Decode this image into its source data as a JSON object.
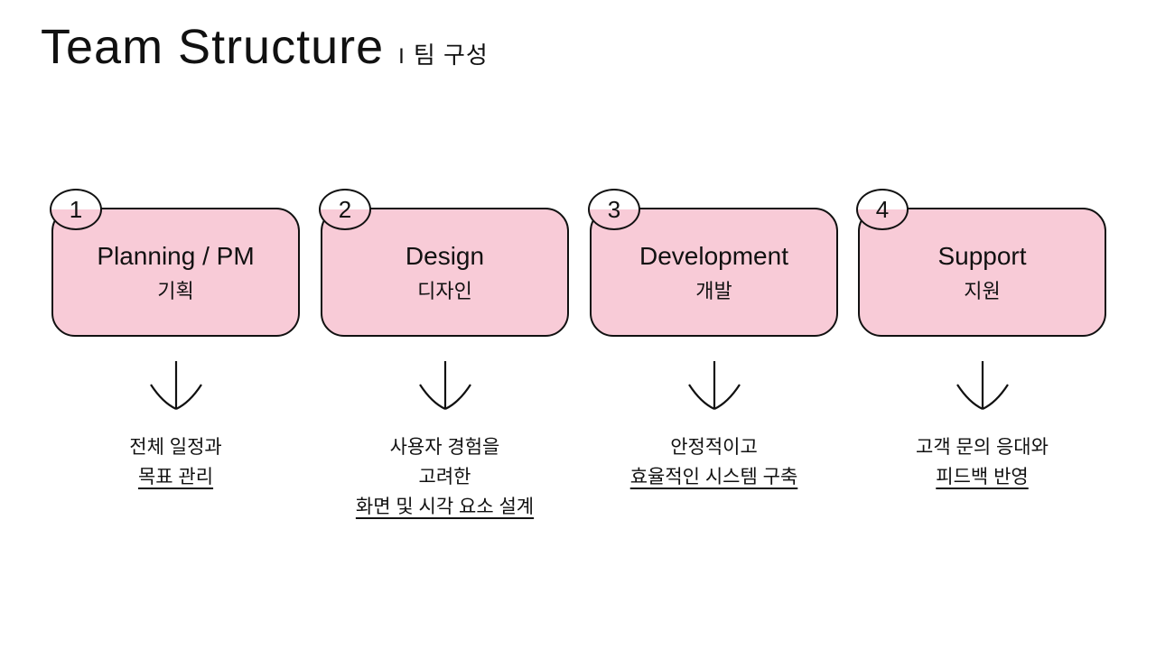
{
  "slide": {
    "title": "Team Structure",
    "subtitle_divider": "I",
    "subtitle": "팀 구성"
  },
  "colors": {
    "background": "#FFFFFF",
    "box_fill": "#F8CBD7",
    "box_border": "#111111",
    "text": "#111111"
  },
  "icons": {
    "flow_arrow": "down-arrow"
  },
  "teams": [
    {
      "number": "1",
      "title": "Planning / PM",
      "subtitle": "기획",
      "desc": [
        "전체 일정과",
        "목표 관리"
      ]
    },
    {
      "number": "2",
      "title": "Design",
      "subtitle": "디자인",
      "desc": [
        "사용자 경험을",
        "고려한",
        "화면 및 시각 요소 설계"
      ]
    },
    {
      "number": "3",
      "title": "Development",
      "subtitle": "개발",
      "desc": [
        "안정적이고",
        "효율적인 시스템 구축"
      ]
    },
    {
      "number": "4",
      "title": "Support",
      "subtitle": "지원",
      "desc": [
        "고객 문의 응대와",
        "피드백 반영"
      ]
    }
  ]
}
